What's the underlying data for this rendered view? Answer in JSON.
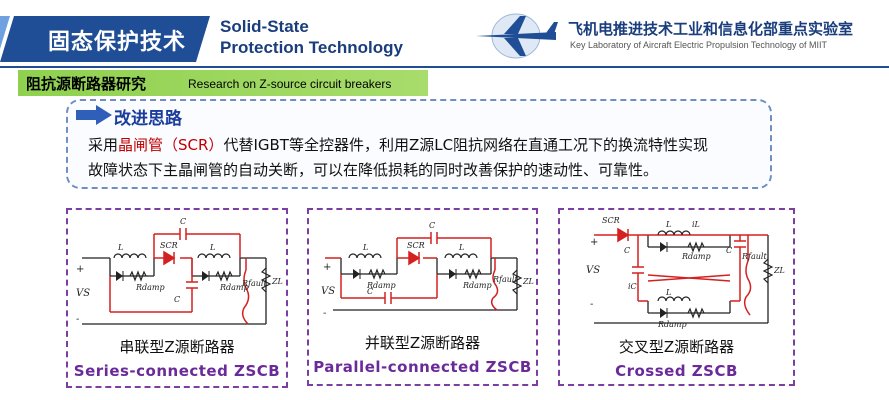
{
  "header": {
    "title_cn": "固态保护技术",
    "title_en_line1": "Solid-State",
    "title_en_line2": "Protection Technology",
    "lab_name_cn": "飞机电推进技术工业和信息化部重点实验室",
    "lab_name_en": "Key Laboratory of Aircraft Electric Propulsion Technology of MIIT"
  },
  "section": {
    "title_cn": "阻抗源断路器研究",
    "title_en": "Research on Z-source circuit breakers"
  },
  "idea": {
    "title": "改进思路",
    "line1_pre": "采用",
    "line1_hl": "晶闸管（SCR）",
    "line1_post": "代替IGBT等全控器件，利用Z源LC阻抗网络在直通工况下的换流特性实现",
    "line2": "故障状态下主晶闸管的自动关断，可以在降低损耗的同时改善保护的速动性、可靠性。"
  },
  "panels": [
    {
      "caption_cn": "串联型Z源断路器",
      "caption_en": "Series-connected ZSCB"
    },
    {
      "caption_cn": "并联型Z源断路器",
      "caption_en": "Parallel-connected ZSCB"
    },
    {
      "caption_cn": "交叉型Z源断路器",
      "caption_en": "Crossed ZSCB"
    }
  ],
  "circuit_labels": {
    "L": "L",
    "C": "C",
    "SCR": "SCR",
    "Rdamp": "Rdamp",
    "Rfault": "Rfault",
    "ZL": "ZL",
    "VS": "VS",
    "plus": "+",
    "minus": "-",
    "iL": "iL",
    "iC": "iC"
  },
  "colors": {
    "header_blue": "#1f4e96",
    "accent_green": "#8fd14f",
    "panel_border": "#7a3fa0",
    "caption_purple": "#6a2a9a",
    "highlight_red": "#c00000",
    "circuit_red": "#d42020"
  }
}
